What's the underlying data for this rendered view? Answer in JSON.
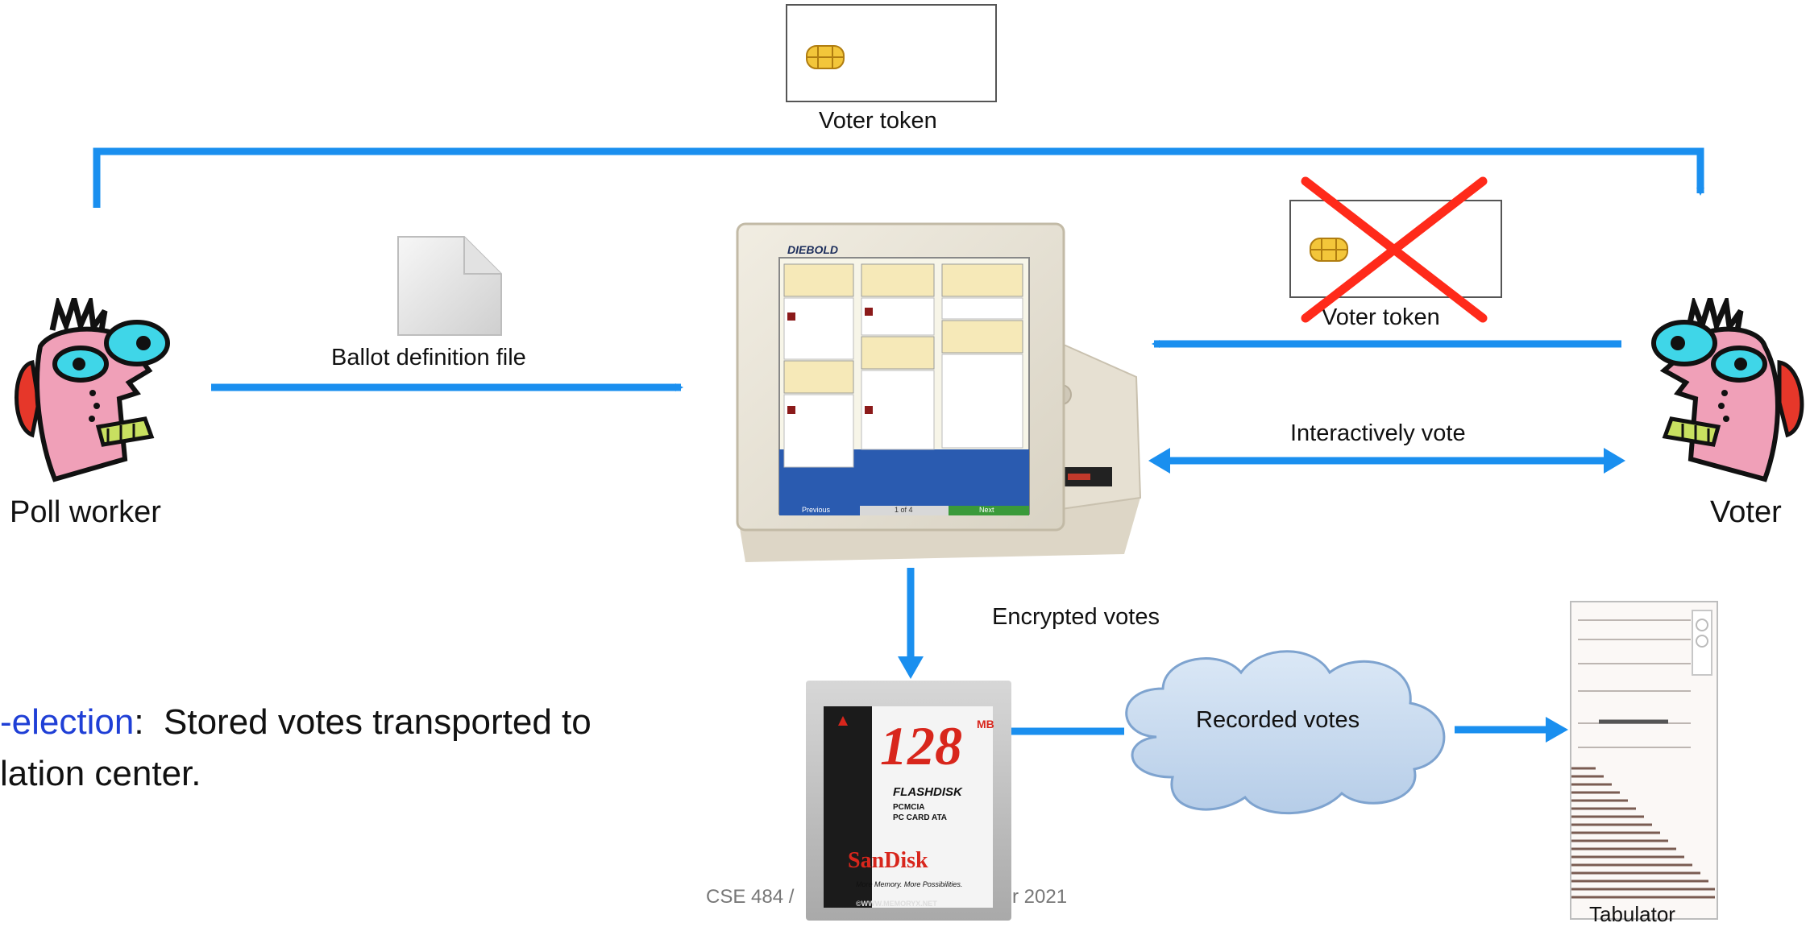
{
  "labels": {
    "voter_token_top": "Voter token",
    "voter_token_crossed": "Voter token",
    "ballot_definition_file": "Ballot definition file",
    "interactively_vote": "Interactively vote",
    "poll_worker": "Poll worker",
    "voter": "Voter",
    "encrypted_votes": "Encrypted votes",
    "recorded_votes": "Recorded votes",
    "tabulator": "Tabulator"
  },
  "post_election": {
    "term": "-election",
    "colon": ":",
    "line1_rest": "  Stored votes transported to",
    "line2": "lation center."
  },
  "footer_fragments": {
    "left": "CSE 484 /",
    "right": "r 2021"
  },
  "machine": {
    "brand": "DIEBOLD",
    "btn_prev": "Previous",
    "btn_page": "1 of 4",
    "btn_next": "Next"
  },
  "flashdisk": {
    "capacity": "128",
    "capacity_unit": "MB",
    "product": "FLASHDISK",
    "spec1": "PCMCIA",
    "spec2": "PC CARD ATA",
    "brand": "SanDisk",
    "tagline": "More Memory. More Possibilities.",
    "watermark": "©WWW.MEMORYX.NET"
  },
  "colors": {
    "arrow": "#1a8fef",
    "cross": "#ff2a1a",
    "post_election_term": "#1f3fd6",
    "cloud_fill": "#c7dbf1",
    "cloud_stroke": "#7ea3cf"
  }
}
